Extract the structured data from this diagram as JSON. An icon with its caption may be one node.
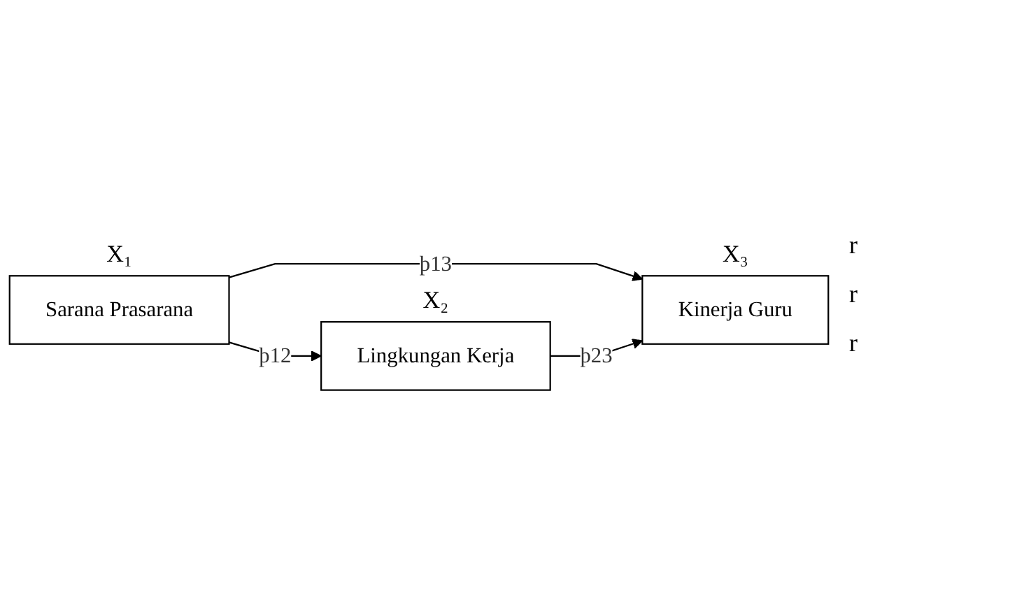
{
  "diagram": {
    "nodes": [
      {
        "text": [
          "Sarana Prasarana"
        ],
        "beside": [
          "X₁"
        ]
      },
      {
        "text": [
          "Lingkungan Kerja"
        ],
        "beside": [
          "X₂"
        ]
      },
      {
        "text": [
          "Kinerja Guru"
        ],
        "beside": [
          "X₃"
        ]
      }
    ],
    "edges": [
      {
        "from": 0,
        "to": 1,
        "arrow": "to",
        "label": "þ12"
      },
      {
        "from": 0,
        "to": 2,
        "arrow": "to",
        "label": "þ13"
      },
      {
        "from": 1,
        "to": 2,
        "arrow": "to",
        "label": "þ23"
      }
    ],
    "labels": [
      "r",
      "r",
      "r"
    ]
  }
}
